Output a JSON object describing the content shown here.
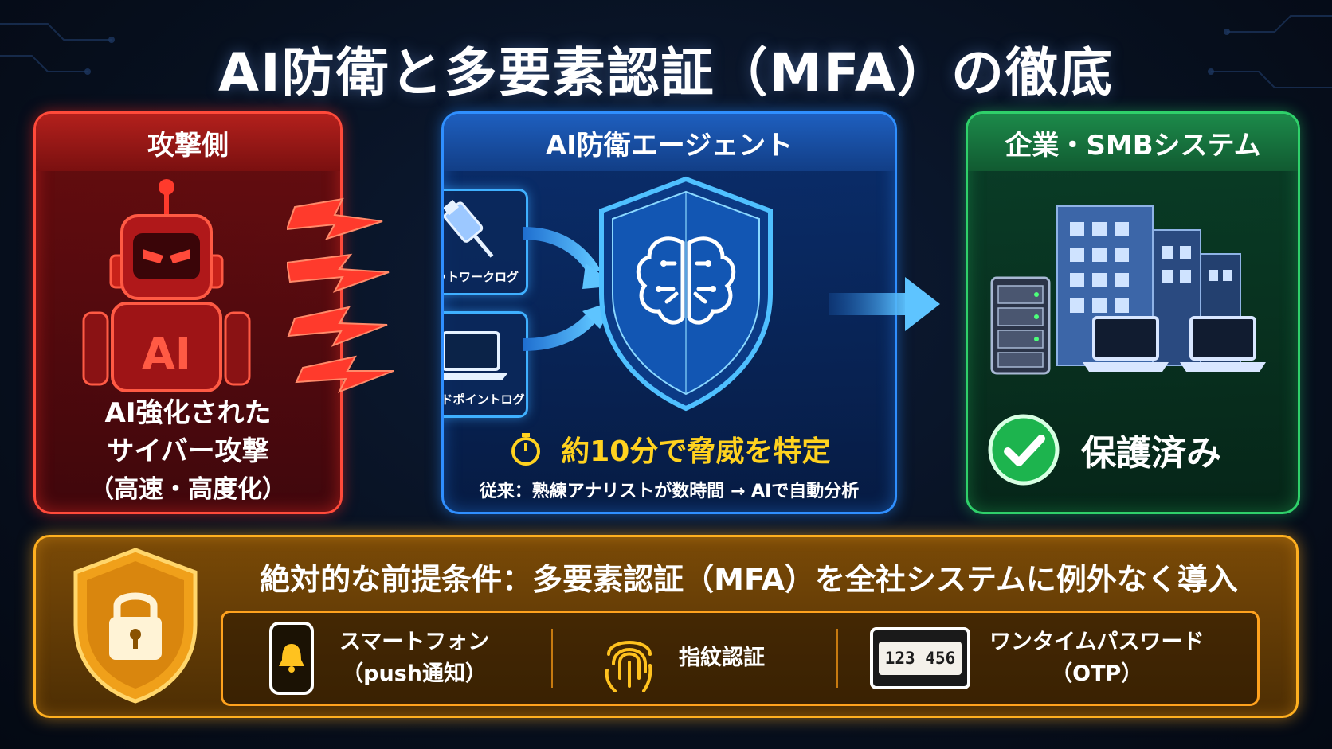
{
  "title": "AI防衛と多要素認証（MFA）の徹底",
  "attack": {
    "header": "攻撃側",
    "robot_badge": "AI",
    "line1": "AI強化された",
    "line2": "サイバー攻撃",
    "line3": "（高速・高度化）"
  },
  "defense": {
    "header": "AI防衛エージェント",
    "log1": "ネットワークログ",
    "log2": "エンドポイントログ",
    "time": "約10分で脅威を特定",
    "compare": "従来：熟練アナリストが数時間 → AIで自動分析"
  },
  "corp": {
    "header": "企業・SMBシステム",
    "status": "保護済み"
  },
  "mfa": {
    "title": "絶対的な前提条件：多要素認証（MFA）を全社システムに例外なく導入",
    "methods": [
      {
        "line1": "スマートフォン",
        "line2": "（push通知）"
      },
      {
        "line1": "指紋認証",
        "line2": ""
      },
      {
        "line1": "ワンタイムパスワード",
        "line2": "（OTP）",
        "code": "123 456"
      }
    ]
  },
  "colors": {
    "attack": "#ff4a3a",
    "defense": "#2f8fff",
    "corp": "#2fd06a",
    "mfa": "#ffb020",
    "highlight": "#ffd21f"
  }
}
